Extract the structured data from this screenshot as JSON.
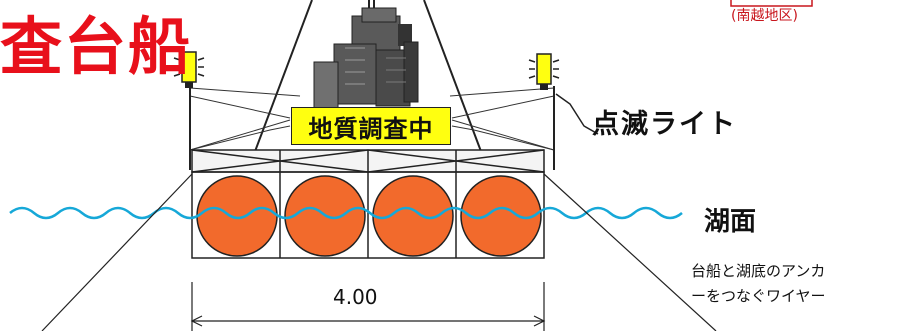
{
  "title": "査台船",
  "area_label": "(南越地区)",
  "sign_text": "地質調査中",
  "labels": {
    "flashing_light": "点滅ライト",
    "lake_surface": "湖面",
    "wire_line1": "台船と湖底のアンカ",
    "wire_line2": "ーをつなぐワイヤー"
  },
  "dimension": "4.00",
  "colors": {
    "title": "#e8101b",
    "sign_background": "#ffff10",
    "float": "#f26a2c",
    "water": "#16a8d8",
    "lamp": "#ffff10"
  },
  "icons": [
    "flashing-light-icon",
    "drill-rig-icon",
    "float-icon"
  ]
}
